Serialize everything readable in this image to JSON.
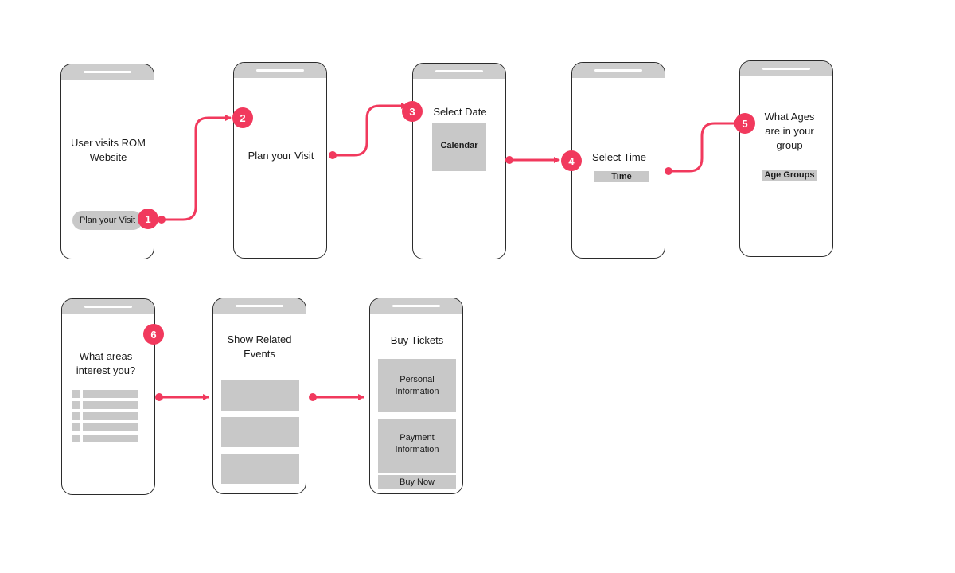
{
  "colors": {
    "accent": "#f1395d",
    "frame": "#2b2b2b",
    "placeholder": "#c8c8c8"
  },
  "steps": [
    {
      "number": "1"
    },
    {
      "number": "2"
    },
    {
      "number": "3"
    },
    {
      "number": "4"
    },
    {
      "number": "5"
    },
    {
      "number": "6"
    }
  ],
  "screens": {
    "s1": {
      "title": "User visits ROM Website",
      "button": "Plan your Visit"
    },
    "s2": {
      "title": "Plan your Visit"
    },
    "s3": {
      "title": "Select Date",
      "box": "Calendar"
    },
    "s4": {
      "title": "Select Time",
      "box": "Time"
    },
    "s5": {
      "title": "What Ages are in your group",
      "box": "Age Groups"
    },
    "s6": {
      "title": "What areas interest you?"
    },
    "s7": {
      "title": "Show Related Events"
    },
    "s8": {
      "title": "Buy Tickets",
      "box1": "Personal Information",
      "box2": "Payment Information",
      "button": "Buy Now"
    }
  }
}
